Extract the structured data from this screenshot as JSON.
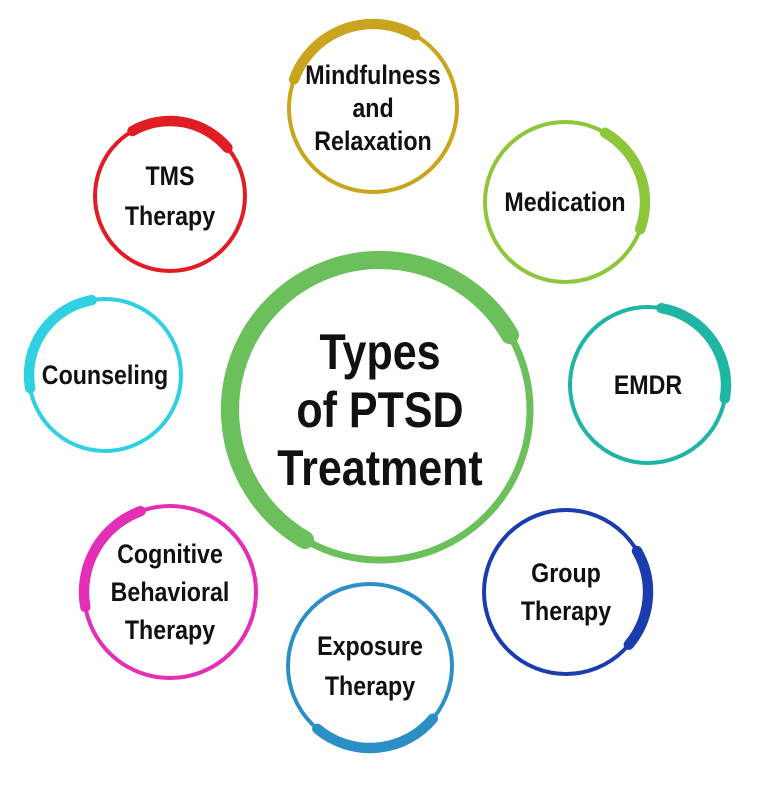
{
  "center": {
    "lines": [
      "Types",
      "of PTSD",
      "Treatment"
    ],
    "color": "#6cc05c"
  },
  "items": [
    {
      "id": "mindfulness",
      "lines": [
        "Mindfulness",
        "and",
        "Relaxation"
      ],
      "color": "#c9a41e"
    },
    {
      "id": "medication",
      "lines": [
        "Medication"
      ],
      "color": "#8dc63a"
    },
    {
      "id": "emdr",
      "lines": [
        "EMDR"
      ],
      "color": "#1fb5a3"
    },
    {
      "id": "group",
      "lines": [
        "Group",
        "Therapy"
      ],
      "color": "#1a3cae"
    },
    {
      "id": "exposure",
      "lines": [
        "Exposure",
        "Therapy"
      ],
      "color": "#2b8fc6"
    },
    {
      "id": "cbt",
      "lines": [
        "Cognitive",
        "Behavioral",
        "Therapy"
      ],
      "color": "#e22fb6"
    },
    {
      "id": "counseling",
      "lines": [
        "Counseling"
      ],
      "color": "#2fd0e2"
    },
    {
      "id": "tms",
      "lines": [
        "TMS",
        "Therapy"
      ],
      "color": "#e01d24"
    }
  ]
}
